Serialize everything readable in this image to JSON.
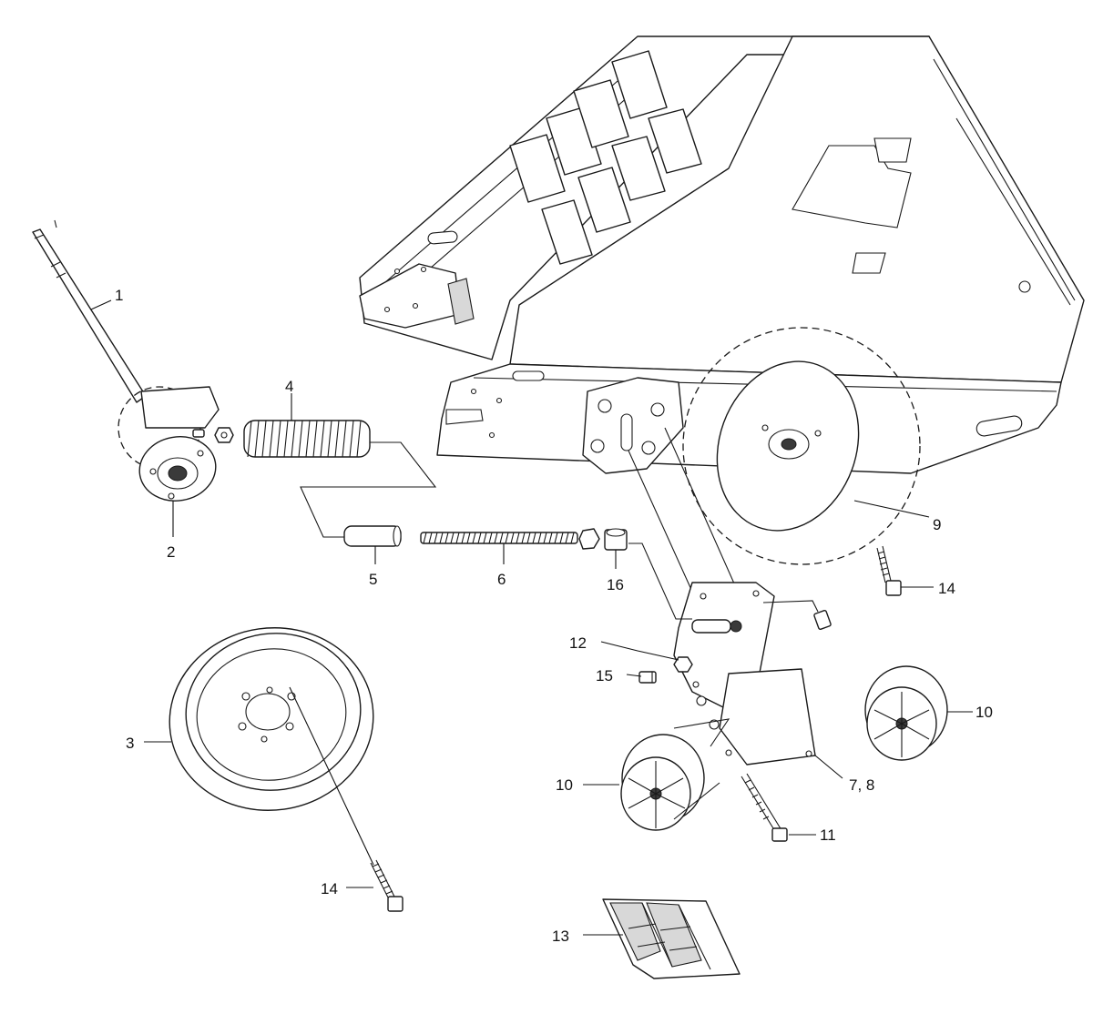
{
  "callouts": {
    "c1": "1",
    "c2": "2",
    "c3": "3",
    "c4": "4",
    "c5": "5",
    "c6": "6",
    "c7_8": "7, 8",
    "c9": "9",
    "c10a": "10",
    "c10b": "10",
    "c11": "11",
    "c12": "12",
    "c13": "13",
    "c14a": "14",
    "c14b": "14",
    "c15": "15",
    "c16": "16"
  }
}
